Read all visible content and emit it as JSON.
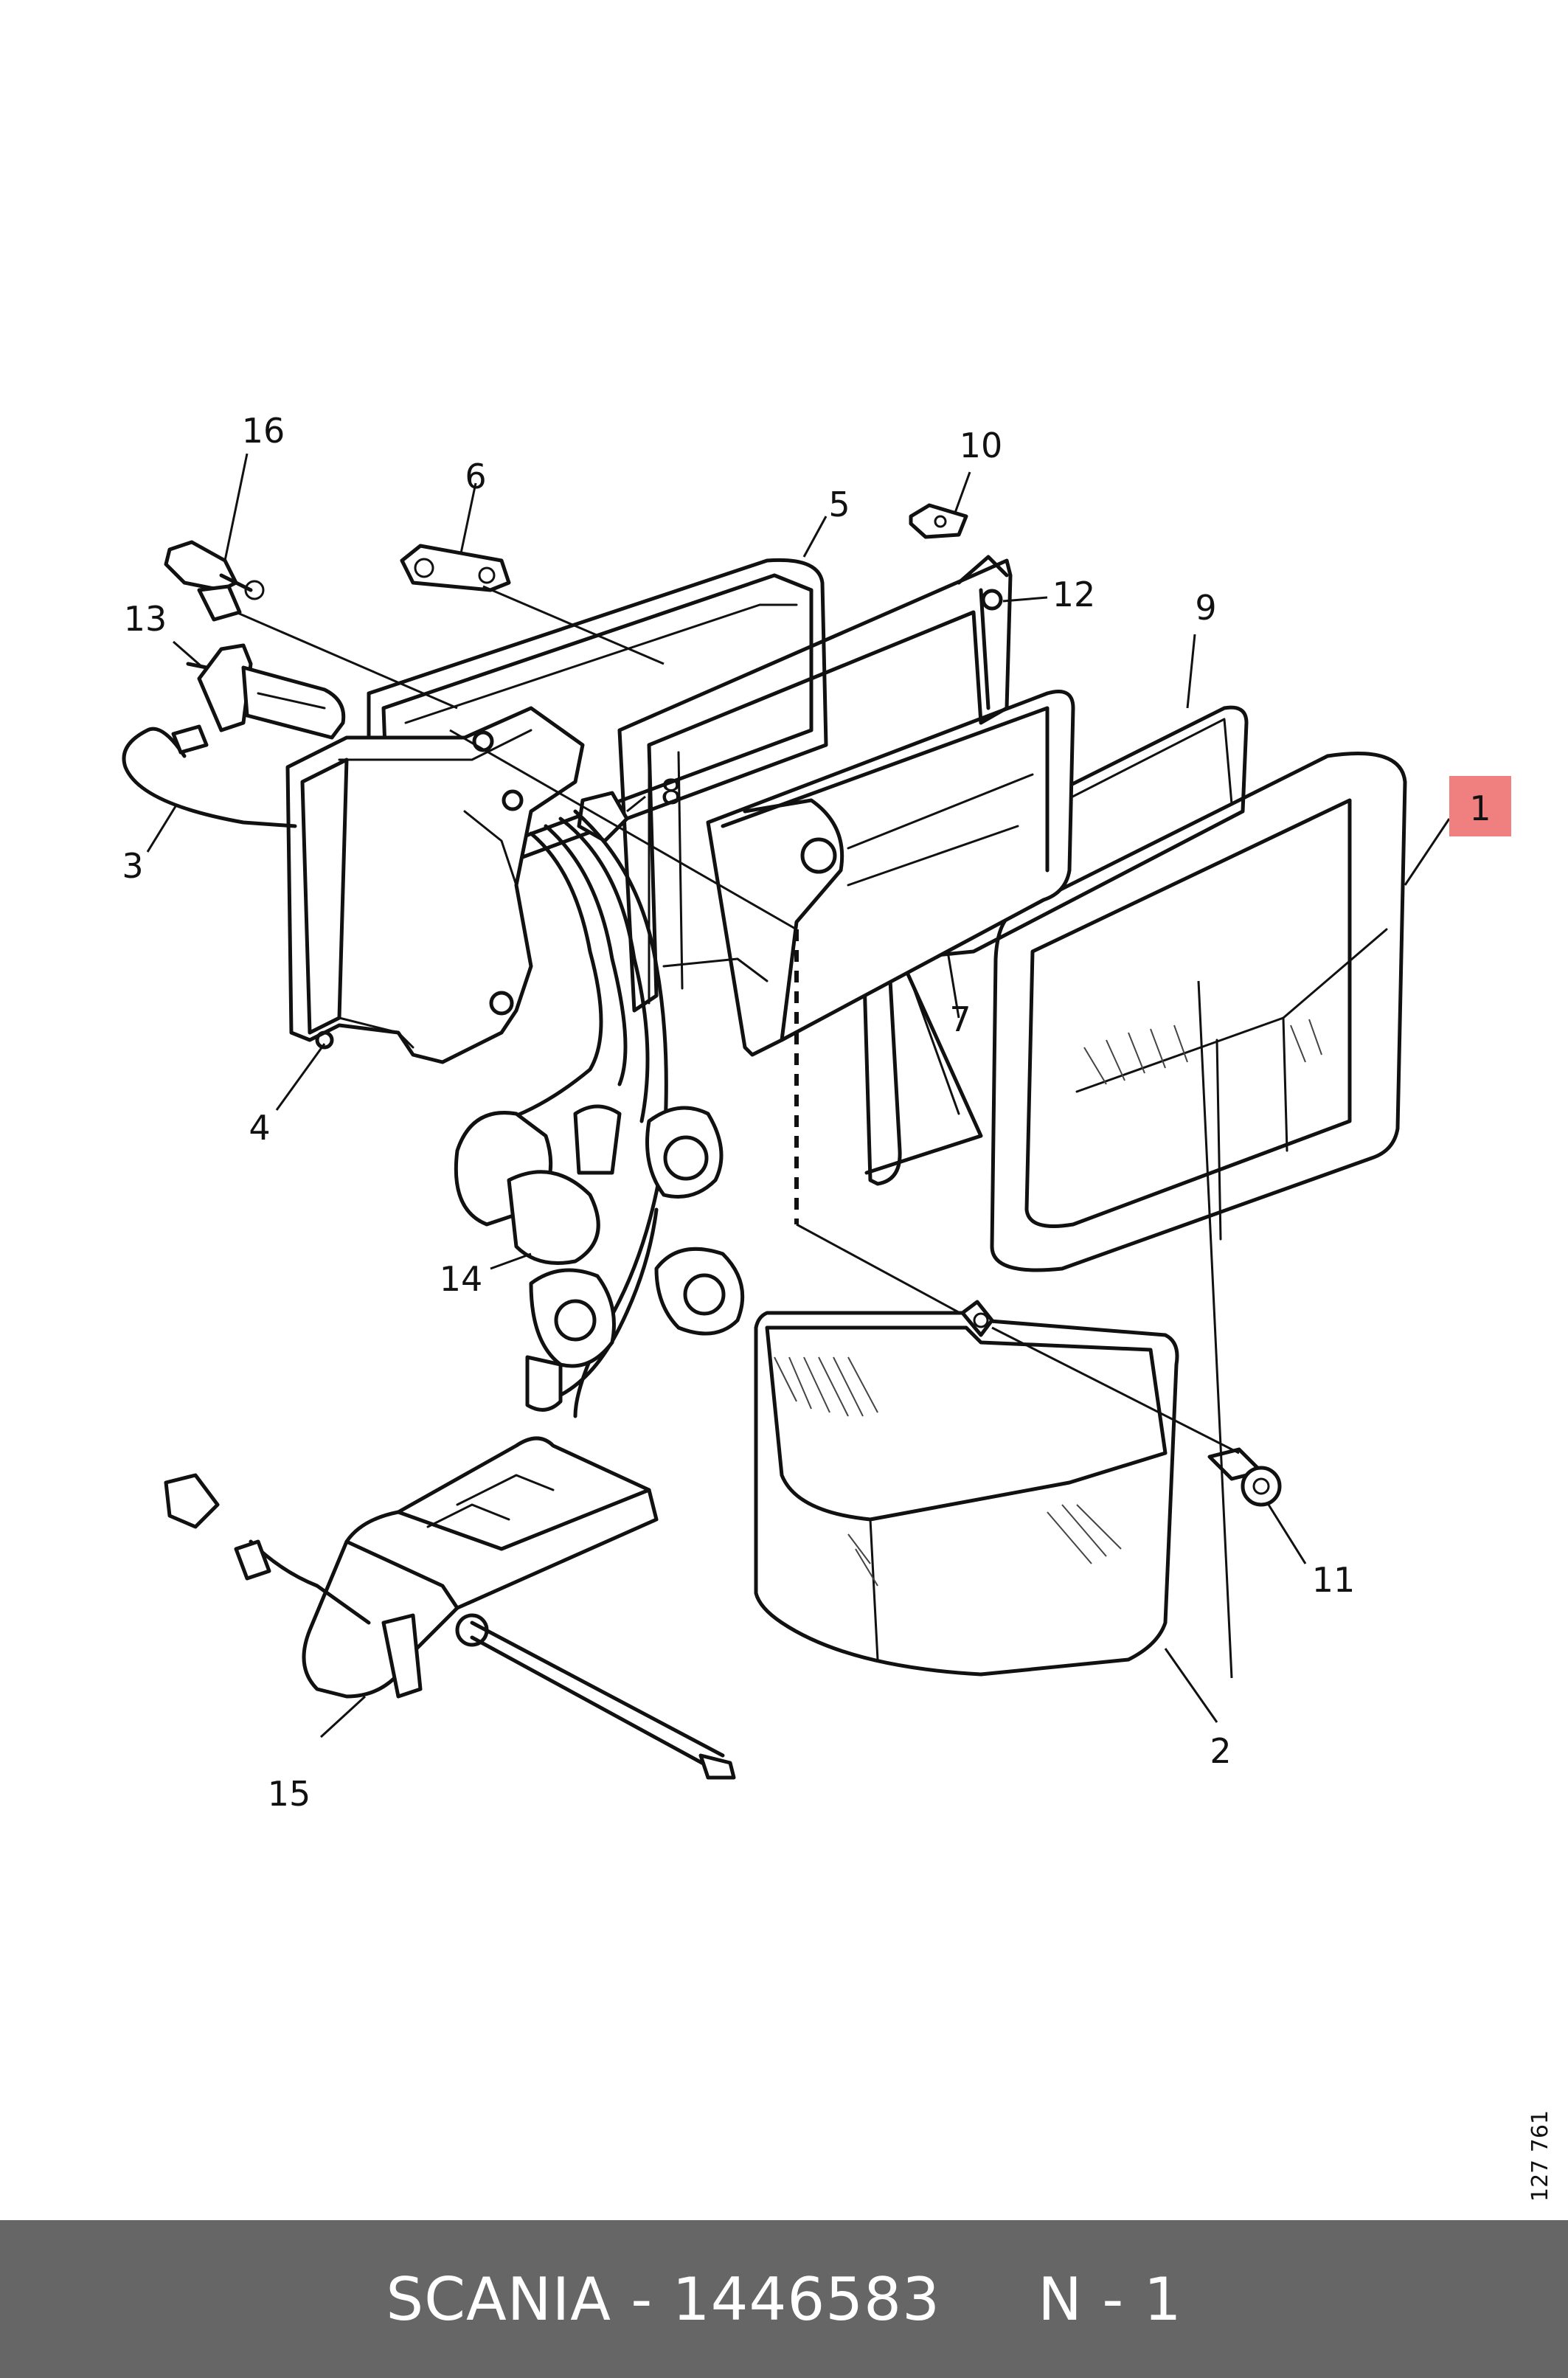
{
  "diagram": {
    "highlighted_callout": "1",
    "callouts": [
      "1",
      "2",
      "3",
      "4",
      "5",
      "6",
      "7",
      "8",
      "9",
      "10",
      "11",
      "12",
      "13",
      "14",
      "15",
      "16"
    ],
    "document_number": "127 761",
    "highlight_color": "#f08080"
  },
  "footer": {
    "brand": "SCANIA",
    "separator": "-",
    "part_number": "1446583",
    "position": "N - 1",
    "background_color": "#666666"
  }
}
